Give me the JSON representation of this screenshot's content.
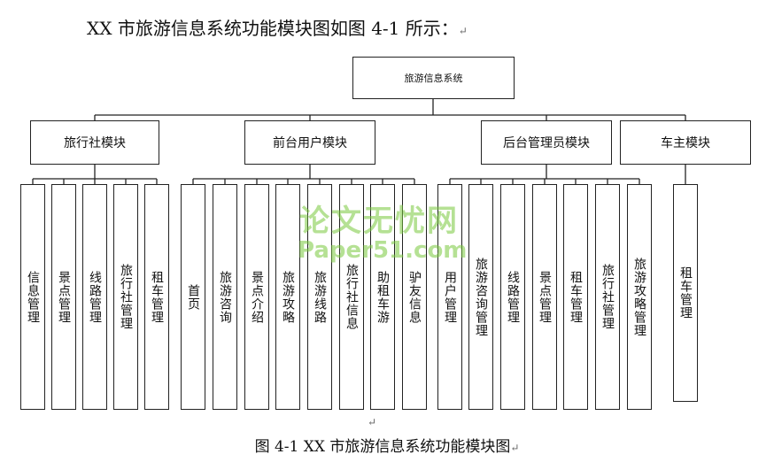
{
  "heading": "XX 市旅游信息系统功能模块图如图 4-1 所示：",
  "paragraph_mark": "↵",
  "root": "旅游信息系统",
  "modules": [
    {
      "label": "旅行社模块",
      "leaves": [
        "信息管理",
        "景点管理",
        "线路管理",
        "旅行社管理",
        "租车管理"
      ]
    },
    {
      "label": "前台用户模块",
      "leaves": [
        "首页",
        "旅游咨询",
        "景点介绍",
        "旅游攻略",
        "旅游线路",
        "旅行社信息",
        "助租车游",
        "驴友信息"
      ]
    },
    {
      "label": "后台管理员模块",
      "leaves": [
        "用户管理",
        "旅游咨询管理",
        "线路管理",
        "景点管理",
        "租车管理",
        "旅行社管理",
        "旅游攻略管理"
      ]
    },
    {
      "label": "车主模块",
      "leaves": [
        "租车管理"
      ]
    }
  ],
  "caption": "图 4-1 XX 市旅游信息系统功能模块图",
  "watermark": {
    "line1": "论文无忧网",
    "line2": "Paper51.com"
  }
}
